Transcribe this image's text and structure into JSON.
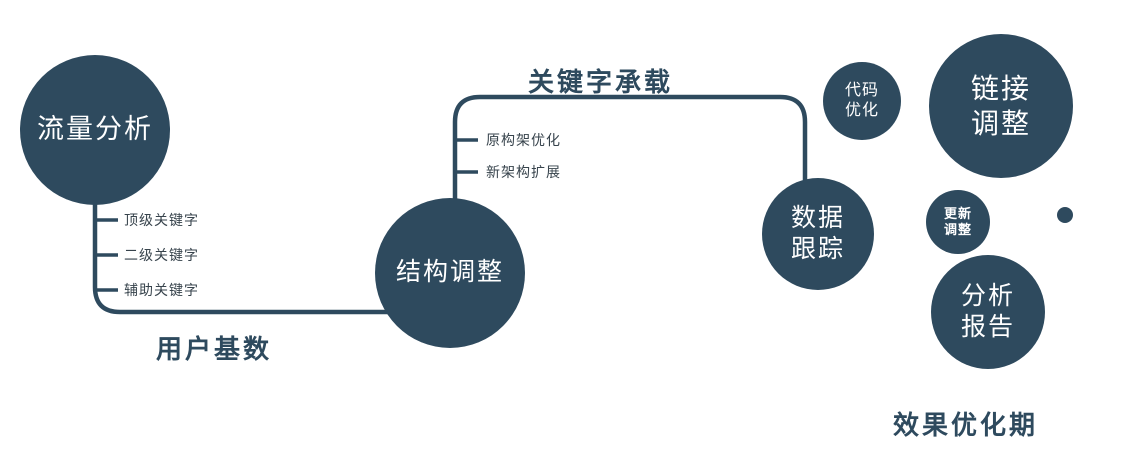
{
  "colors": {
    "primary": "#2e4a5e",
    "background": "#ffffff",
    "circle_text": "#ffffff",
    "branch_text": "#37434c"
  },
  "nodes": {
    "traffic_analysis": {
      "label": "流量分析"
    },
    "structure_adjust": {
      "label": "结构调整"
    },
    "data_tracking": {
      "line1": "数据",
      "line2": "跟踪"
    },
    "code_optimization": {
      "line1": "代码",
      "line2": "优化"
    },
    "link_adjust": {
      "line1": "链接",
      "line2": "调整"
    },
    "update_adjust": {
      "line1": "更新",
      "line2": "调整"
    },
    "analysis_report": {
      "line1": "分析",
      "line2": "报告"
    }
  },
  "branches": {
    "traffic": [
      "顶级关键字",
      "二级关键字",
      "辅助关键字"
    ],
    "structure": [
      "原构架优化",
      "新架构扩展"
    ]
  },
  "edge_labels": {
    "user_base": "用户基数",
    "keyword_carrying": "关键字承载"
  },
  "footer": {
    "label": "效果优化期"
  }
}
